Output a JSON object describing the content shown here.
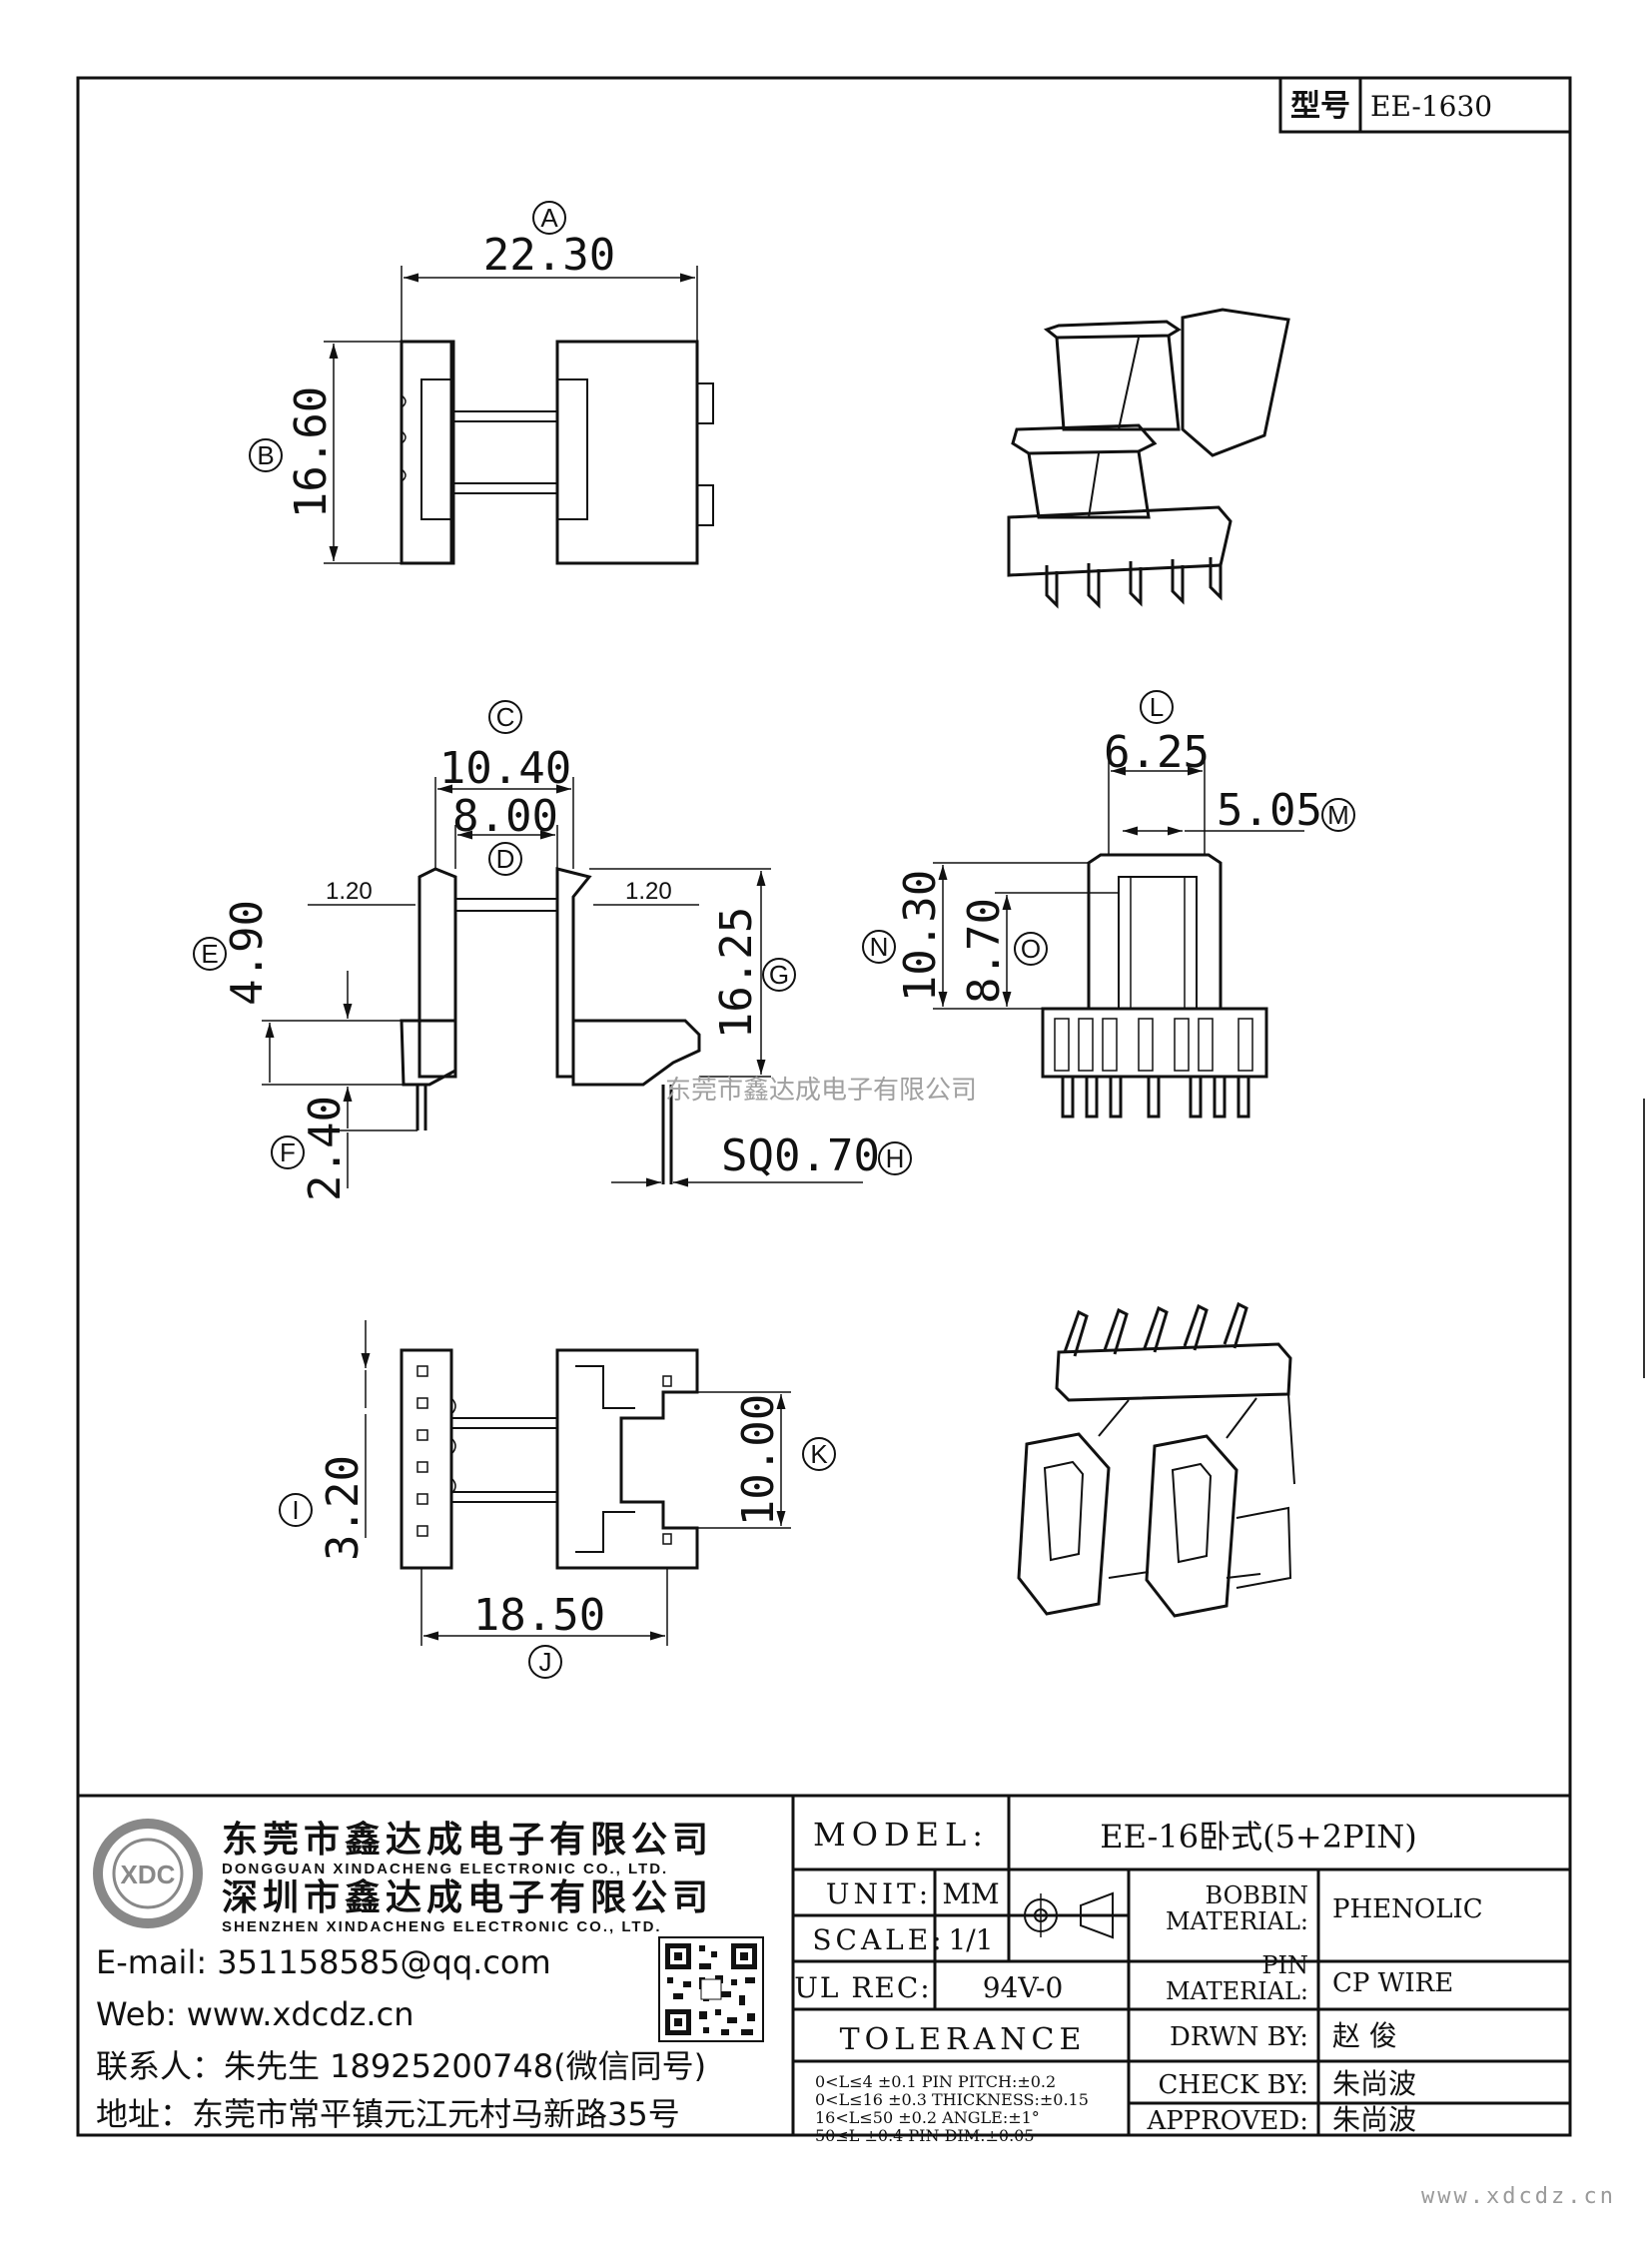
{
  "header": {
    "type_label": "型号",
    "type_value": "EE-1630"
  },
  "dimensions": {
    "A": "22.30",
    "B": "16.60",
    "C": "10.40",
    "D": "8.00",
    "E": "4.90",
    "F": "2.40",
    "G": "16.25",
    "H": "SQ0.70",
    "I": "3.20",
    "J": "18.50",
    "K": "10.00",
    "L": "6.25",
    "M": "5.05",
    "N": "10.30",
    "O": "8.70",
    "flange_left": "1.20",
    "flange_right": "1.20"
  },
  "watermark": "东莞市鑫达成电子有限公司",
  "company": {
    "name_dg": "东莞市鑫达成电子有限公司",
    "name_dg_en": "DONGGUAN XINDACHENG ELECTRONIC CO., LTD.",
    "name_sz": "深圳市鑫达成电子有限公司",
    "name_sz_en": "SHENZHEN XINDACHENG ELECTRONIC CO., LTD.",
    "logo_text": "XDC",
    "email": "E-mail:  351158585@qq.com",
    "web": "Web:  www.xdcdz.cn",
    "contact": "联系人：朱先生 18925200748(微信同号)",
    "address": "地址：东莞市常平镇元江元村马新路35号"
  },
  "title_block": {
    "model_label": "MODEL:",
    "model_value": "EE-16卧式(5+2PIN)",
    "unit_label": "UNIT:",
    "unit_value": "MM",
    "scale_label": "SCALE:",
    "scale_value": "1/1",
    "ul_label": "UL REC:",
    "ul_value": "94V-0",
    "tolerance_label": "TOLERANCE",
    "tol_lines": [
      "0<L≤4    ±0.1  PIN PITCH:±0.2",
      "0<L≤16   ±0.3  THICKNESS:±0.15",
      "16<L≤50  ±0.2  ANGLE:±1°",
      "50≤L     ±0.4  PIN DIM:±0.05"
    ],
    "bobbin_label_1": "BOBBIN",
    "bobbin_label_2": "MATERIAL:",
    "bobbin_value": "PHENOLIC",
    "pin_label_1": "PIN",
    "pin_label_2": "MATERIAL:",
    "pin_value": "CP WIRE",
    "drawn_label": "DRWN BY:",
    "drawn_value": "赵  俊",
    "check_label": "CHECK BY:",
    "check_value": "朱尚波",
    "approved_label": "APPROVED:",
    "approved_value": "朱尚波"
  },
  "footer_url": "www.xdcdz.cn"
}
